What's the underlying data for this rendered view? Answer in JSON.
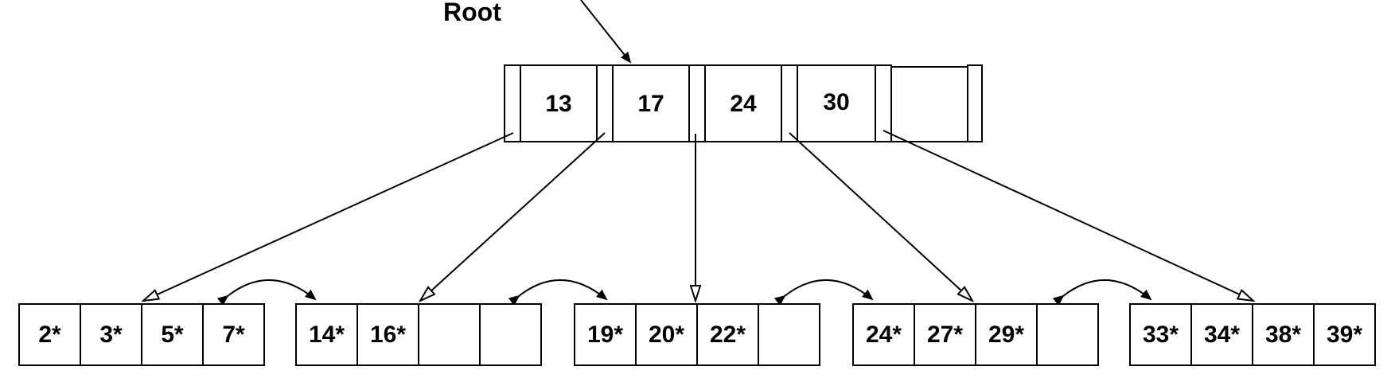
{
  "root_label": "Root",
  "root_node": {
    "keys": [
      "13",
      "17",
      "24",
      "30",
      ""
    ]
  },
  "leaves": [
    {
      "entries": [
        "2*",
        "3*",
        "5*",
        "7*"
      ]
    },
    {
      "entries": [
        "14*",
        "16*",
        "",
        ""
      ]
    },
    {
      "entries": [
        "19*",
        "20*",
        "22*",
        ""
      ]
    },
    {
      "entries": [
        "24*",
        "27*",
        "29*",
        ""
      ]
    },
    {
      "entries": [
        "33*",
        "34*",
        "38*",
        "39*"
      ]
    }
  ]
}
